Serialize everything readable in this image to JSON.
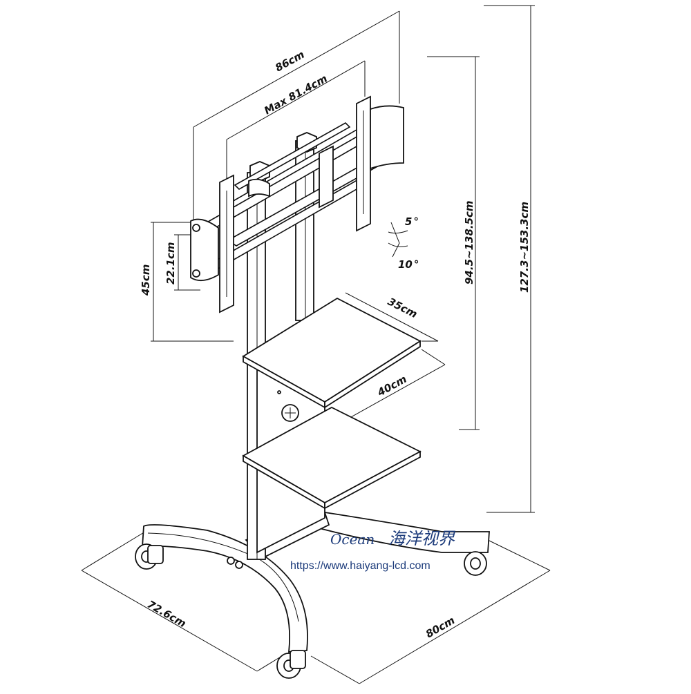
{
  "dimensions": {
    "overall_width": "86cm",
    "max_mount_width": "Max 81.4cm",
    "bracket_height": "45cm",
    "bracket_spacing": "22.1cm",
    "tilt_up": "5",
    "tilt_down": "10",
    "degree_symbol": "°",
    "shelf_depth": "35cm",
    "shelf_width": "40cm",
    "mount_height_range": "94.5~138.5cm",
    "total_height_range": "127.3~153.3cm",
    "base_depth": "72.6cm",
    "base_width": "80cm"
  },
  "watermark": {
    "brand": "Ocean",
    "chinese": "海洋视界",
    "url": "https://www.haiyang-lcd.com"
  },
  "colors": {
    "line": "#111111",
    "watermark": "#1b3a7a"
  }
}
